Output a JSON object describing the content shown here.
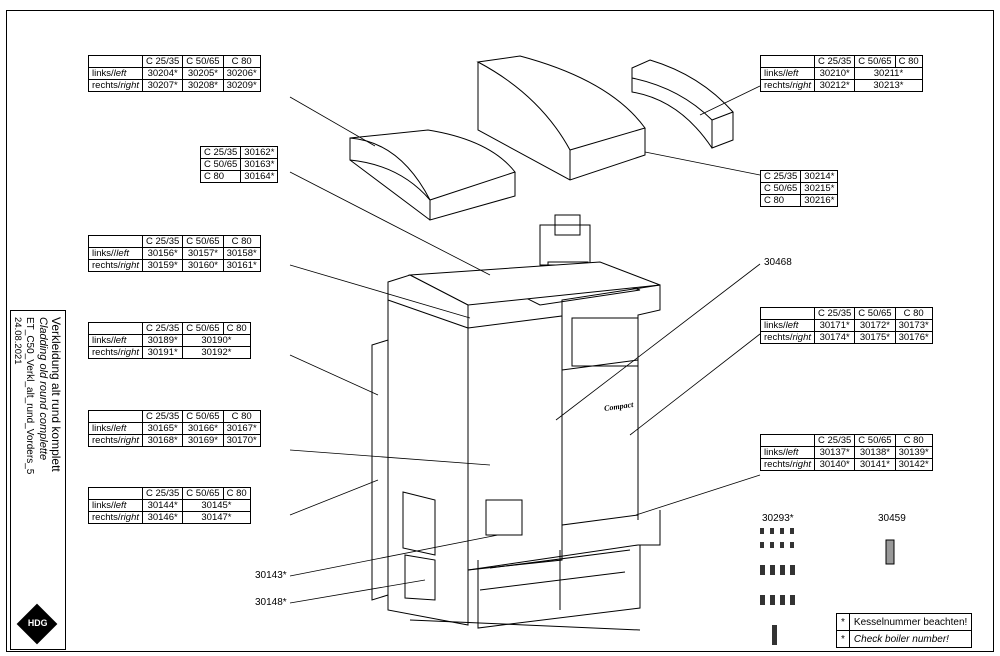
{
  "cols": [
    "C 25/35",
    "C 50/65",
    "C 80"
  ],
  "tables": {
    "t_top_left": {
      "rows": [
        [
          "links/",
          "left",
          "30204*",
          "30205*",
          "30206*"
        ],
        [
          "rechts/",
          "right",
          "30207*",
          "30208*",
          "30209*"
        ]
      ]
    },
    "t_top_right": {
      "rows": [
        [
          "links/",
          "left",
          "30210*",
          "30211*"
        ],
        [
          "rechts/",
          "right",
          "30212*",
          "30213*"
        ]
      ]
    },
    "t_lid_small": {
      "rows": [
        [
          "C 25/35",
          "30162*"
        ],
        [
          "C 50/65",
          "30163*"
        ],
        [
          "C 80",
          "30164*"
        ]
      ]
    },
    "t_lid_big": {
      "rows": [
        [
          "C 25/35",
          "30214*"
        ],
        [
          "C 50/65",
          "30215*"
        ],
        [
          "C 80",
          "30216*"
        ]
      ]
    },
    "t_frame": {
      "rows": [
        [
          "links//",
          "left",
          "30156*",
          "30157*",
          "30158*"
        ],
        [
          "rechts/",
          "right",
          "30159*",
          "30160*",
          "30161*"
        ]
      ]
    },
    "t_side": {
      "rows": [
        [
          "links/",
          "left",
          "30189*",
          "30190*"
        ],
        [
          "rechts/",
          "right",
          "30191*",
          "30192*"
        ]
      ]
    },
    "t_door": {
      "rows": [
        [
          "links/",
          "left",
          "30165*",
          "30166*",
          "30167*"
        ],
        [
          "rechts/",
          "right",
          "30168*",
          "30169*",
          "30170*"
        ]
      ]
    },
    "t_rear": {
      "rows": [
        [
          "links/",
          "left",
          "30144*",
          "30145*"
        ],
        [
          "rechts/",
          "right",
          "30146*",
          "30147*"
        ]
      ]
    },
    "t_front": {
      "rows": [
        [
          "links/",
          "left",
          "30171*",
          "30172*",
          "30173*"
        ],
        [
          "rechts/",
          "right",
          "30174*",
          "30175*",
          "30176*"
        ]
      ]
    },
    "t_base": {
      "rows": [
        [
          "links/",
          "left",
          "30137*",
          "30138*",
          "30139*"
        ],
        [
          "rechts/",
          "right",
          "30140*",
          "30141*",
          "30142*"
        ]
      ]
    }
  },
  "labels": {
    "p30468": "30468",
    "p30143": "30143*",
    "p30148": "30148*",
    "p30293": "30293*",
    "p30459": "30459",
    "brand": "Compact"
  },
  "title": {
    "de": "Verkleidung alt rund komplett",
    "en": "Cladding old round complette",
    "file": "ET_C50_Verkl_alt_rund_Vorders_5",
    "date": "24.08.2021",
    "logo": "HDG"
  },
  "note": {
    "star": "*",
    "de": "Kesselnummer beachten!",
    "en": "Check boiler number!"
  }
}
